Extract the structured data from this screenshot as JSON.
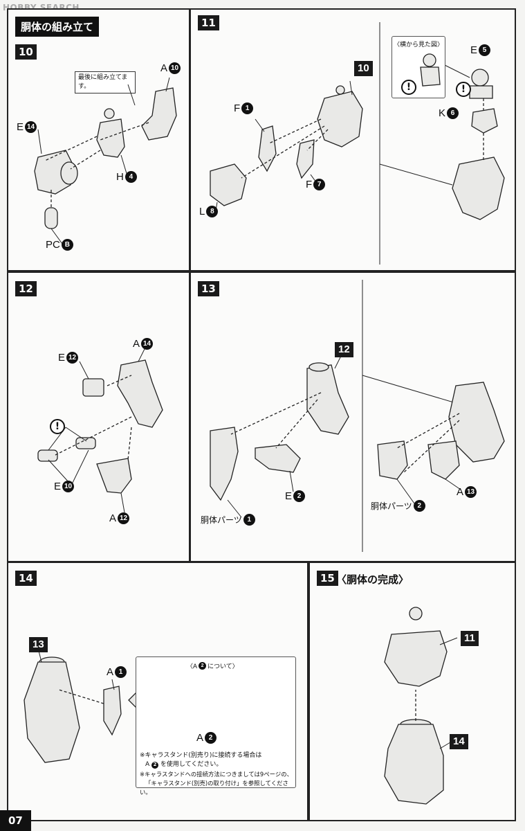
{
  "watermark": "HOBBY SEARCH",
  "section_title": "胴体の組み立て",
  "page_number": "07",
  "steps": {
    "s10": {
      "num": "10",
      "note": "最後に組み立てます。",
      "labels": {
        "a": "A",
        "a_num": "10",
        "e": "E",
        "e_num": "14",
        "h": "H",
        "h_num": "4",
        "pc": "PC",
        "pc_num": "B"
      }
    },
    "s11": {
      "num": "11",
      "labels": {
        "f1": "F",
        "f1_num": "1",
        "f7": "F",
        "f7_num": "7",
        "l": "L",
        "l_num": "8",
        "ref": "10",
        "e5": "E",
        "e5_num": "5",
        "k": "K",
        "k_num": "6"
      },
      "side_view": "〈横から見た図〉"
    },
    "s12": {
      "num": "12",
      "labels": {
        "e12": "E",
        "e12_num": "12",
        "a14": "A",
        "a14_num": "14",
        "e10": "E",
        "e10_num": "10",
        "a12": "A",
        "a12_num": "12"
      }
    },
    "s13": {
      "num": "13",
      "labels": {
        "ref": "12",
        "body1": "胴体パーツ",
        "body1_num": "1",
        "e2": "E",
        "e2_num": "2",
        "body2": "胴体パーツ",
        "body2_num": "2",
        "a13": "A",
        "a13_num": "13"
      }
    },
    "s14": {
      "num": "14",
      "labels": {
        "ref": "13",
        "a1": "A",
        "a1_num": "1",
        "a2": "A",
        "a2_num": "2"
      },
      "about_title": "〈A",
      "about_num": "2",
      "about_suffix": "について〉",
      "note1_a": "※キャラスタンド(別売り)に接続する場合は",
      "note1_b": "A",
      "note1_num": "2",
      "note1_c": "を使用してください。",
      "note2_a": "※キャラスタンドへの接続方法につきましては9ページの、",
      "note2_b": "「キャラスタンド(別売)の取り付け」を参照してください。"
    },
    "s15": {
      "num": "15",
      "title": "〈胴体の完成〉",
      "labels": {
        "top": "11",
        "bottom": "14"
      }
    }
  },
  "excl_mark": "!"
}
